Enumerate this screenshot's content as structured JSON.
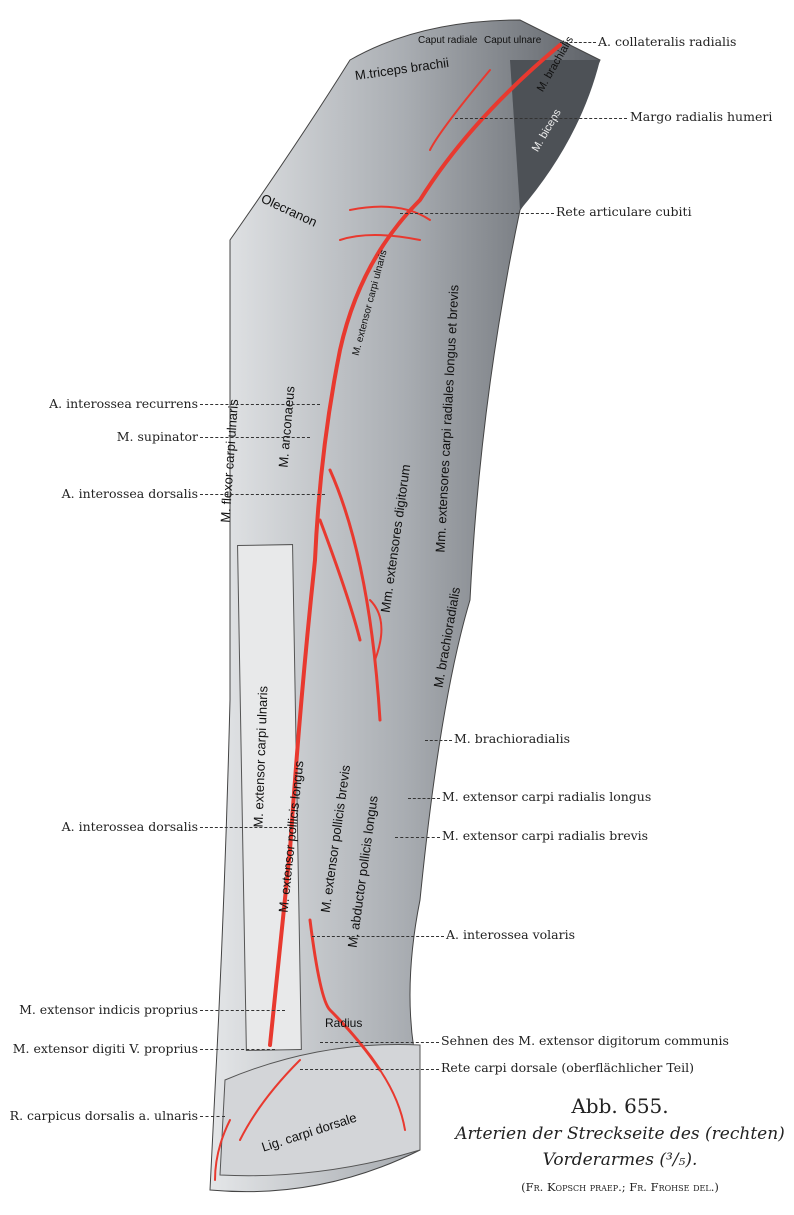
{
  "labels_right": [
    "A. collateralis radialis",
    "Margo radialis humeri",
    "Rete articulare cubiti",
    "M. brachioradialis",
    "M. extensor carpi radialis longus",
    "M. extensor carpi radialis brevis",
    "A. interossea volaris",
    "Sehnen des M. extensor digitorum communis",
    "Rete carpi dorsale (oberflächlicher Teil)"
  ],
  "labels_left": [
    "A. interossea recurrens",
    "M. supinator",
    "A. interossea dorsalis",
    "A. interossea dorsalis",
    "M. extensor indicis proprius",
    "M. extensor digiti V. proprius",
    "R. carpicus dorsalis a. ulnaris"
  ],
  "figure_labels": [
    "Caput radiale",
    "Caput ulnare",
    "M.triceps brachii",
    "M. brachialis",
    "M. biceps",
    "Olecranon",
    "M. extensor carpi ulnaris",
    "Mm. extensores carpi radiales longus et brevis",
    "M. anconaeus",
    "M. flexor carpi ulnaris",
    "Mm. extensores digitorum",
    "M. brachioradialis",
    "M. extensor carpi ulnaris",
    "M. extensor pollicis longus",
    "M. extensor pollicis brevis",
    "M. abductor pollicis longus",
    "Radius",
    "Lig. carpi dorsale"
  ],
  "caption": {
    "figure": "Abb. 655.",
    "title_line1": "Arterien der Streckseite des (rechten)",
    "title_line2": "Vorderarmes (³/₅).",
    "credit": "(Fr. Kopsch praep.; Fr. Frohse del.)"
  },
  "colors": {
    "muscle": "#b9bcc0",
    "artery": "#e8392f"
  }
}
